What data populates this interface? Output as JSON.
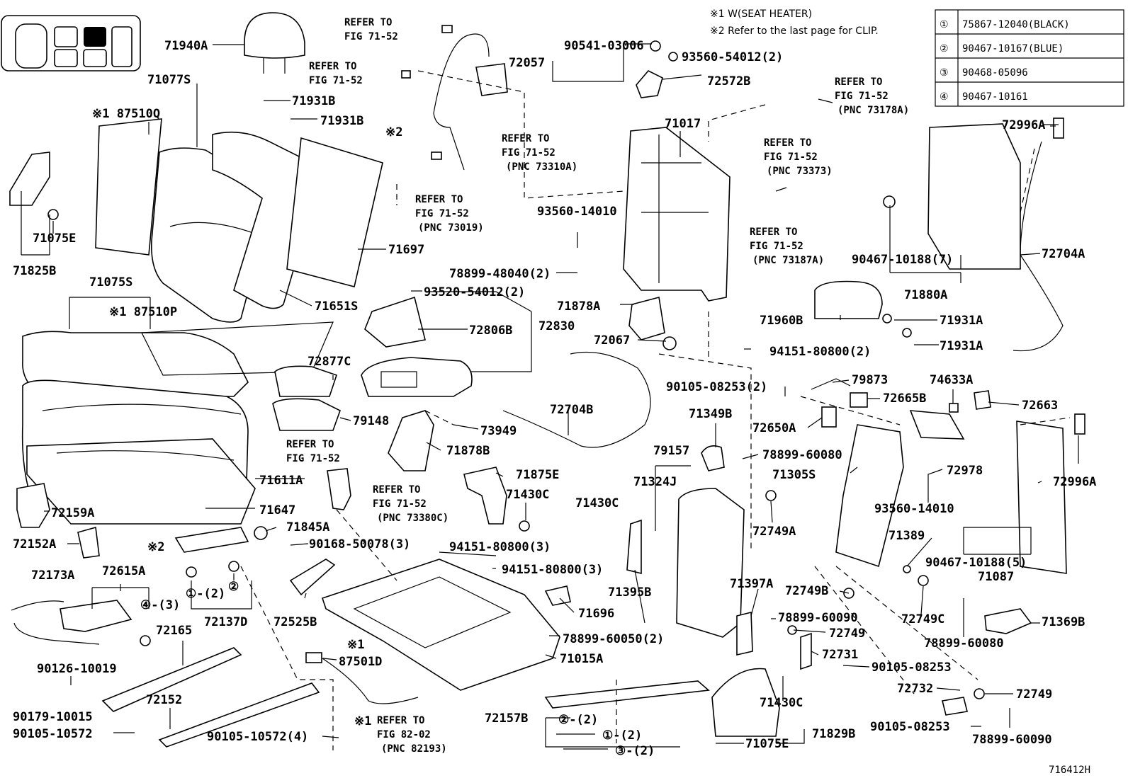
{
  "notes": {
    "n1": "※1  W(SEAT  HEATER)",
    "n2": "※2  Refer to the last page for CLIP."
  },
  "legend": [
    {
      "num": "①",
      "part": "75867-12040(BLACK)"
    },
    {
      "num": "②",
      "part": "90467-10167(BLUE)"
    },
    {
      "num": "③",
      "part": "90468-05096"
    },
    {
      "num": "④",
      "part": "90467-10161"
    }
  ],
  "refs": {
    "r1": [
      "REFER TO",
      "FIG 71-52"
    ],
    "r2": [
      "REFER TO",
      "FIG 71-52"
    ],
    "r3": [
      "REFER TO",
      "FIG 71-52",
      "(PNC 73310A)"
    ],
    "r4": [
      "REFER TO",
      "FIG 71-52",
      "(PNC 73019)"
    ],
    "r5": [
      "REFER TO",
      "FIG 71-52",
      "(PNC 73373)"
    ],
    "r6": [
      "REFER TO",
      "FIG 71-52",
      "(PNC 73178A)"
    ],
    "r7": [
      "REFER TO",
      "FIG 71-52",
      "(PNC 73187A)"
    ],
    "r8": [
      "REFER TO",
      "FIG 71-52"
    ],
    "r9": [
      "REFER TO",
      "FIG 71-52",
      "(PNC 73380C)"
    ],
    "r10": [
      "REFER TO",
      "FIG 82-02",
      "(PNC 82193)"
    ]
  },
  "labels": {
    "l71940A": "71940A",
    "l71077S": "71077S",
    "l87510Q": "※1 87510Q",
    "l71931B_1": "71931B",
    "l71931B_2": "71931B",
    "l71075E_1": "71075E",
    "l71825B": "71825B",
    "l71697": "71697",
    "l71651S": "71651S",
    "l71075S": "71075S",
    "l87510P": "※1 87510P",
    "l72057": "72057",
    "l90541": "90541-03006",
    "l93560_54012": "93560-54012(2)",
    "l72572B": "72572B",
    "l71017": "71017",
    "l93560_14010_1": "93560-14010",
    "l78899_48040": "78899-48040(2)",
    "l93520_54012": "93520-54012(2)",
    "l72806B": "72806B",
    "l72830": "72830",
    "l71878A": "71878A",
    "l72067": "72067",
    "l94151_80800_1": "94151-80800(2)",
    "l72877C": "72877C",
    "l79148": "79148",
    "l72704B": "72704B",
    "l73949": "73949",
    "l71878B": "71878B",
    "l71611A": "71611A",
    "l71647": "71647",
    "l72159A": "72159A",
    "l72152A": "72152A",
    "l72173A": "72173A",
    "l72615A": "72615A",
    "l71845A": "71845A",
    "l90168": "90168-50078(3)",
    "l94151_80800_2": "94151-80800(3)",
    "l94151_80800_3": "94151-80800(3)",
    "l71875E": "71875E",
    "l71430C_1": "71430C",
    "l71430C_2": "71430C",
    "l71324J": "71324J",
    "l79157": "79157",
    "l71349B": "71349B",
    "l71395B": "71395B",
    "l72525B": "72525B",
    "l71696": "71696",
    "l72137D": "72137D",
    "l72165": "72165",
    "l78899_60050": "78899-60050(2)",
    "l71015A": "71015A",
    "l87501D": "87501D",
    "l72152": "72152",
    "l90126": "90126-10019",
    "l90179": "90179-10015",
    "l90105_10572_1": "90105-10572",
    "l90105_10572_2": "90105-10572(4)",
    "l72157B": "72157B",
    "l71397A": "71397A",
    "l78899_60090_1": "78899-60090",
    "l72749_1": "72749",
    "l72731": "72731",
    "l90105_08253_1": "90105-08253",
    "l71430C_3": "71430C",
    "l71075E_2": "71075E",
    "l71829B": "71829B",
    "l72732": "72732",
    "l72749_2": "72749",
    "l90105_08253_2": "90105-08253",
    "l78899_60090_2": "78899-60090",
    "l79873": "79873",
    "l74633A": "74633A",
    "l90105_08253_3": "90105-08253(2)",
    "l72665B": "72665B",
    "l72663": "72663",
    "l72650A": "72650A",
    "l78899_60080_1": "78899-60080",
    "l71305S": "71305S",
    "l72978": "72978",
    "l72749A": "72749A",
    "l93560_14010_2": "93560-14010",
    "l72996A_1": "72996A",
    "l72996A_2": "72996A",
    "l90467_10188_5": "90467-10188(5)",
    "l71087": "71087",
    "l71389": "71389",
    "l72749B": "72749B",
    "l72749C": "72749C",
    "l78899_60080_2": "78899-60080",
    "l71369B": "71369B",
    "l71880A": "71880A",
    "l90467_10188_7": "90467-10188(7)",
    "l72704A": "72704A",
    "l71960B": "71960B",
    "l71931A_1": "71931A",
    "l71931A_2": "71931A",
    "c1_2a": "①-(2)",
    "c2": "②",
    "c4_3": "④-(3)",
    "c2_2b": "②-(2)",
    "c1_2b": "①-(2)",
    "c3_2": "③-(2)",
    "x2a": "※2",
    "x2b": "※2",
    "x1a": "※1",
    "x1b": "※1",
    "figid": "716412H"
  }
}
